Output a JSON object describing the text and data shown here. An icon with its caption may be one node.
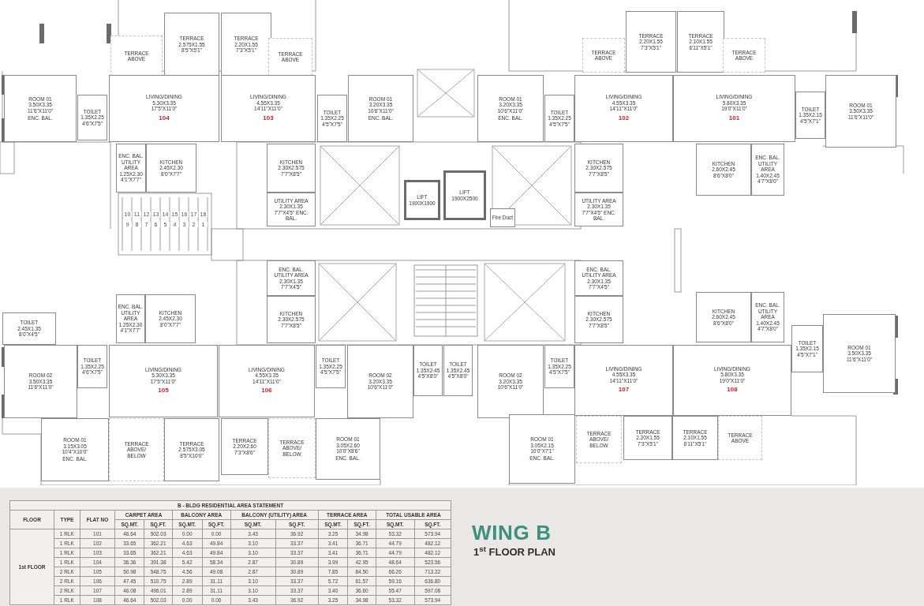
{
  "diagram": {
    "nodes": [
      {
        "text": [
          "TERRACE ABOVE"
        ]
      },
      {
        "text": [
          "TERRACE 2.575X1.55 8'5\"X5'1\""
        ]
      },
      {
        "text": [
          "TERRACE 2.20X1.55 7'3\"X5'1\""
        ]
      },
      {
        "text": [
          "TERRACE ABOVE"
        ]
      },
      {
        "text": [
          "ROOM 01 3.50X3.35 11'6\"X11'0\"",
          "ENC. BAL."
        ]
      },
      {
        "text": [
          "TOILET 1.35X2.25 4'6\"X7'5\""
        ]
      },
      {
        "text": [
          "LIVING/DINING 5.30X3.35 17'5\"X11'0\"",
          "104"
        ]
      },
      {
        "text": [
          "LIVING/DINING 4.55X3.35 14'11\"X11'0\"",
          "103"
        ]
      },
      {
        "text": [
          "ENC. BAL. UTILITY AREA 1.25X2.30 4'1\"X7'7\""
        ]
      },
      {
        "text": [
          "KITCHEN 2.45X2.30 8'0\"X7'7\""
        ]
      },
      {
        "text": [
          "KITCHEN 2.30X2.575 7'7\"X8'5\""
        ]
      },
      {
        "text": [
          "UTILITY AREA 2.30X1.35 7'7\"X4'5\" ENC. BAL."
        ]
      },
      {
        "text": [
          "TOILET 1.35X2.25 4'5\"X7'5\""
        ]
      },
      {
        "text": [
          "ROOM 01 3.20X3.35 10'6\"X11'0\"",
          "ENC. BAL."
        ]
      },
      {
        "text": [
          "LIFT 1900X1900"
        ]
      },
      {
        "text": [
          "LIFT 1900X2500"
        ]
      },
      {
        "text": [
          "Fire Duct"
        ]
      },
      {
        "text": [
          "ROOM 01 3.20X3.35 10'6\"X11'0\"",
          "ENC. BAL."
        ]
      },
      {
        "text": [
          "TOILET 1.35X2.25 4'5\"X7'5\""
        ]
      },
      {
        "text": [
          "TERRACE ABOVE"
        ]
      },
      {
        "text": [
          "TERRACE 2.20X1.55 7'3\"X5'1\""
        ]
      },
      {
        "text": [
          "TERRACE 2.10X1.55 6'11\"X5'1\""
        ]
      },
      {
        "text": [
          "TERRACE ABOVE"
        ]
      },
      {
        "text": [
          "LIVING/DINING 4.55X3.35 14'11\"X11'0\"",
          "102"
        ]
      },
      {
        "text": [
          "LIVING/DINING 5.80X3.35 19'0\"X11'0\"",
          "101"
        ]
      },
      {
        "text": [
          "KITCHEN 2.30X2.575 7'7\"X8'5\""
        ]
      },
      {
        "text": [
          "UTILITY AREA 2.30X1.35 7'7\"X4'5\" ENC. BAL."
        ]
      },
      {
        "text": [
          "KITCHEN 2.60X2.45 8'6\"X8'0\""
        ]
      },
      {
        "text": [
          "ENC. BAL. UTILITY AREA 1.40X2.45 4'7\"X8'0\""
        ]
      },
      {
        "text": [
          "TOILET 1.35X2.15 4'5\"X7'1\""
        ]
      },
      {
        "text": [
          "ROOM 01 3.50X3.35 11'6\"X11'0\""
        ]
      },
      {
        "text": [
          "ENC. BAL. UTILITY AREA 2.30X1.35 7'7\"X4'5\""
        ]
      },
      {
        "text": [
          "TOILET 2.45X1.35 8'0\"X4'5\""
        ]
      },
      {
        "text": [
          "ENC. BAL. UTILITY AREA 1.25X2.30 4'1\"X7'7\""
        ]
      },
      {
        "text": [
          "KITCHEN 2.45X2.30 8'0\"X7'7\""
        ]
      },
      {
        "text": [
          "KITCHEN 2.30X2.575 7'7\"X8'5\""
        ]
      },
      {
        "text": [
          "ENC. BAL. UTILITY AREA 2.30X1.35 7'7\"X4'5\""
        ]
      },
      {
        "text": [
          "KITCHEN 2.30X2.575 7'7\"X8'5\""
        ]
      },
      {
        "text": [
          "KITCHEN 2.60X2.45 8'6\"X8'0\""
        ]
      },
      {
        "text": [
          "ENC. BAL. UTILITY AREA 1.40X2.45 4'7\"X8'0\""
        ]
      },
      {
        "text": [
          "ROOM 02 3.50X3.35 11'6\"X11'0\""
        ]
      },
      {
        "text": [
          "TOILET 1.35X2.25 4'6\"X7'5\""
        ]
      },
      {
        "text": [
          "LIVING/DINING 5.30X3.35 17'5\"X11'0\"",
          "105"
        ]
      },
      {
        "text": [
          "LIVING/DINING 4.55X3.35 14'11\"X11'0\"",
          "106"
        ]
      },
      {
        "text": [
          "TOILET 1.35X2.25 4'5\"X7'5\""
        ]
      },
      {
        "text": [
          "ROOM 02 3.20X3.35 10'6\"X11'0\""
        ]
      },
      {
        "text": [
          "TOILET 1.35X2.45 4'5\"X8'0\""
        ]
      },
      {
        "text": [
          "TOILET 1.35X2.45 4'5\"X8'0\""
        ]
      },
      {
        "text": [
          "ROOM 02 3.20X3.35 10'6\"X11'0\""
        ]
      },
      {
        "text": [
          "TOILET 1.35X2.25 4'5\"X7'5\""
        ]
      },
      {
        "text": [
          "LIVING/DINING 4.55X3.35 14'11\"X11'0\"",
          "107"
        ]
      },
      {
        "text": [
          "LIVING/DINING 5.80X3.35 19'0\"X11'0\"",
          "108"
        ]
      },
      {
        "text": [
          "TOILET 1.35X2.15 4'5\"X7'1\""
        ]
      },
      {
        "text": [
          "ROOM 01 3.50X3.35 11'6\"X11'0\""
        ]
      },
      {
        "text": [
          "ROOM 01 3.15X3.05 10'4\"X10'0\"",
          "ENC. BAL."
        ]
      },
      {
        "text": [
          "TERRACE ABOVE/ BELOW"
        ]
      },
      {
        "text": [
          "TERRACE 2.575X3.05 8'5\"X10'0\""
        ]
      },
      {
        "text": [
          "TERRACE 2.20X2.60 7'3\"X8'6\""
        ]
      },
      {
        "text": [
          "TERRACE ABOVE/ BELOW"
        ]
      },
      {
        "text": [
          "ROOM 01 3.05X2.60 10'0\"X8'6\"",
          "ENC. BAL."
        ]
      },
      {
        "text": [
          "ROOM 01 3.05X2.15 10'0\"X7'1\"",
          "ENC. BAL."
        ]
      },
      {
        "text": [
          "TERRACE ABOVE/ BELOW"
        ]
      },
      {
        "text": [
          "TERRACE 2.20X1.55 7'3\"X5'1\""
        ]
      },
      {
        "text": [
          "TERRACE 2.10X1.55 6'11\"X5'1\""
        ]
      },
      {
        "text": [
          "TERRACE ABOVE"
        ]
      }
    ],
    "labels": [
      "10",
      "11",
      "12",
      "13",
      "14",
      "15",
      "16",
      "17",
      "18",
      "9",
      "8",
      "7",
      "6",
      "5",
      "4",
      "3",
      "2",
      "1",
      "B - BLDG RESIDENTIAL AREA STATEMENT",
      "FLOOR",
      "TYPE",
      "FLAT NO",
      "CARPET AREA",
      "BALCONY AREA",
      "BALCONY (UTILITY) AREA",
      "TERRACE AREA",
      "TOTAL USABLE AREA",
      "SQ.MT.",
      "SQ.FT.",
      "SQ.MT.",
      "SQ.FT.",
      "SQ.MT.",
      "SQ.FT.",
      "SQ.MT.",
      "SQ.FT.",
      "SQ.MT.",
      "SQ.FT.",
      "1st FLOOR",
      "1 RLK",
      "101",
      "46.64",
      "502.03",
      "0.00",
      "0.00",
      "3.43",
      "36.92",
      "3.25",
      "34.98",
      "53.32",
      "573.94",
      "1 RLK",
      "102",
      "33.65",
      "362.21",
      "4.63",
      "49.84",
      "3.10",
      "33.37",
      "3.41",
      "36.71",
      "44.79",
      "482.12",
      "1 RLK",
      "103",
      "33.65",
      "362.21",
      "4.63",
      "49.84",
      "3.10",
      "33.37",
      "3.41",
      "36.71",
      "44.79",
      "482.12",
      "1 RLK",
      "104",
      "36.36",
      "391.38",
      "5.42",
      "58.34",
      "2.87",
      "30.89",
      "3.99",
      "42.95",
      "48.64",
      "523.56",
      "2 RLK",
      "105",
      "50.98",
      "548.75",
      "4.56",
      "49.08",
      "2.87",
      "30.89",
      "7.85",
      "84.50",
      "66.26",
      "713.22",
      "2 RLK",
      "106",
      "47.45",
      "510.75",
      "2.89",
      "31.11",
      "3.10",
      "33.37",
      "5.72",
      "61.57",
      "59.16",
      "636.80",
      "2 RLK",
      "107",
      "46.08",
      "496.01",
      "2.89",
      "31.11",
      "3.10",
      "33.37",
      "3.40",
      "36.60",
      "55.47",
      "597.08",
      "1 RLK",
      "108",
      "46.64",
      "502.03",
      "0.00",
      "0.00",
      "3.43",
      "36.92",
      "3.25",
      "34.98",
      "53.32",
      "573.94",
      "WING B",
      "1$^{st}$ FLOOR PLAN"
    ]
  }
}
